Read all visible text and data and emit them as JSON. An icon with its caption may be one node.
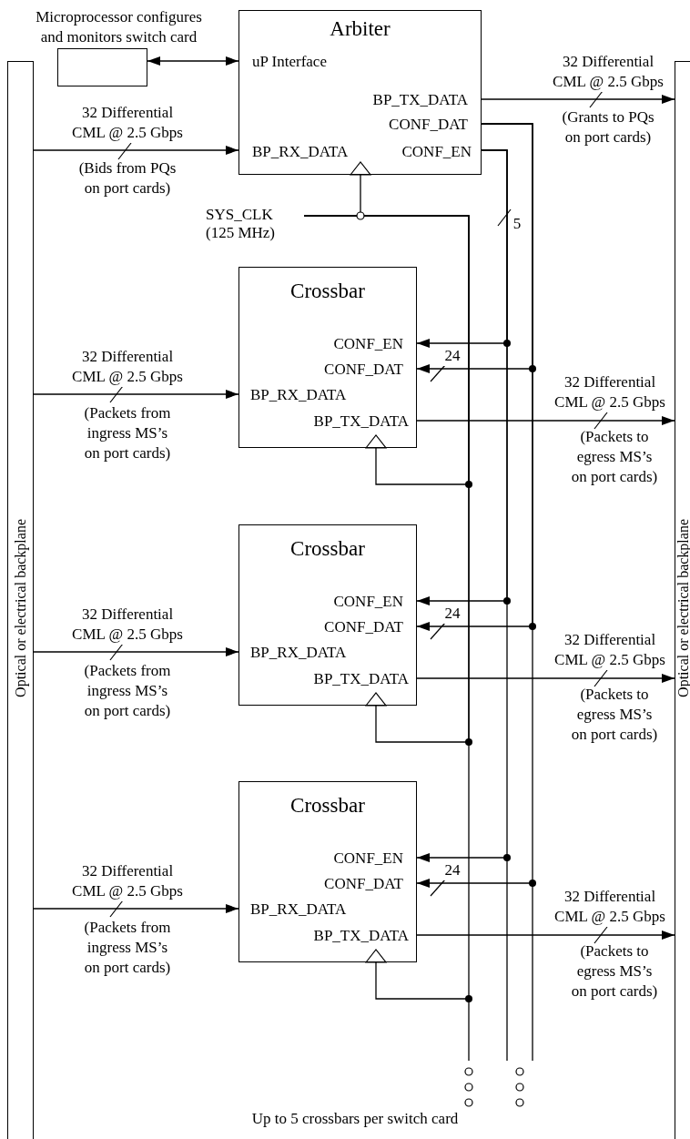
{
  "diagram": {
    "caption": "Up to 5 crossbars per switch card",
    "nodes": [
      {
        "text": [
          "Optical or electrical backplane"
        ]
      },
      {
        "text": [
          "Optical or electrical backplane"
        ]
      },
      {
        "text": [],
        "shape": "box",
        "beside": [
          "Microprocessor configures and monitors switch card"
        ]
      },
      {
        "text": [
          "Arbiter",
          "uP Interface",
          "BP_TX_DATA",
          "CONF_DAT",
          "BP_RX_DATA",
          "CONF_EN"
        ]
      },
      {
        "text": [
          "Crossbar",
          "CONF_EN",
          "CONF_DAT",
          "BP_RX_DATA",
          "BP_TX_DATA"
        ]
      },
      {
        "text": [
          "Crossbar",
          "CONF_EN",
          "CONF_DAT",
          "BP_RX_DATA",
          "BP_TX_DATA"
        ]
      },
      {
        "text": [
          "Crossbar",
          "CONF_EN",
          "CONF_DAT",
          "BP_RX_DATA",
          "BP_TX_DATA"
        ]
      },
      {
        "text": [
          "SYS_CLK (125 MHz)"
        ]
      }
    ],
    "edges": [
      {
        "from": 2,
        "to": 3,
        "arrow": "both"
      },
      {
        "from": 0,
        "to": 3,
        "arrow": "to",
        "label": "32 Differential CML @ 2.5 Gbps"
      },
      {
        "from": 3,
        "to": 1,
        "arrow": "to",
        "label": "32 Differential CML @ 2.5 Gbps"
      },
      {
        "from": 7,
        "to": 3,
        "arrow": "to"
      },
      {
        "from": 3,
        "to": 4,
        "arrow": "to"
      },
      {
        "from": 3,
        "to": 4,
        "arrow": "to",
        "label": "24"
      },
      {
        "from": 0,
        "to": 4,
        "arrow": "to",
        "label": "32 Differential CML @ 2.5 Gbps"
      },
      {
        "from": 4,
        "to": 1,
        "arrow": "to",
        "label": "32 Differential CML @ 2.5 Gbps"
      },
      {
        "from": 7,
        "to": 4,
        "arrow": "to"
      },
      {
        "from": 3,
        "to": 5,
        "arrow": "to"
      },
      {
        "from": 3,
        "to": 5,
        "arrow": "to",
        "label": "24"
      },
      {
        "from": 0,
        "to": 5,
        "arrow": "to",
        "label": "32 Differential CML @ 2.5 Gbps"
      },
      {
        "from": 5,
        "to": 1,
        "arrow": "to",
        "label": "32 Differential CML @ 2.5 Gbps"
      },
      {
        "from": 7,
        "to": 5,
        "arrow": "to"
      },
      {
        "from": 3,
        "to": 6,
        "arrow": "to"
      },
      {
        "from": 3,
        "to": 6,
        "arrow": "to",
        "label": "24"
      },
      {
        "from": 0,
        "to": 6,
        "arrow": "to",
        "label": "32 Differential CML @ 2.5 Gbps"
      },
      {
        "from": 6,
        "to": 1,
        "arrow": "to",
        "label": "32 Differential CML @ 2.5 Gbps"
      },
      {
        "from": 7,
        "to": 6,
        "arrow": "to"
      }
    ],
    "labels": [
      "(Bids from PQs on port cards)",
      "(Grants to PQs on port cards)",
      "5",
      "(Packets from ingress MS’s on port cards)",
      "(Packets to egress MS’s on port cards)",
      "(Packets from ingress MS’s on port cards)",
      "(Packets to egress MS’s on port cards)",
      "(Packets from ingress MS’s on port cards)",
      "(Packets to egress MS’s on port cards)"
    ]
  }
}
